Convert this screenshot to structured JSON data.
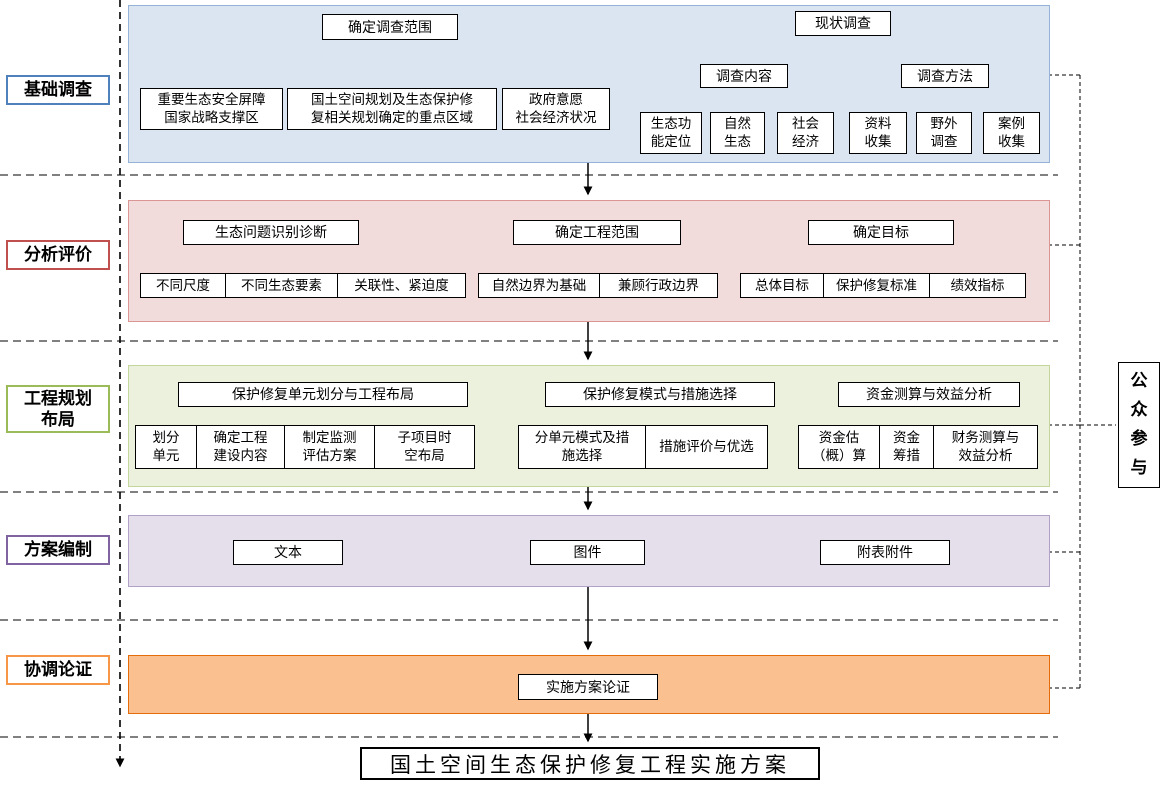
{
  "colors": {
    "blue-fill": "#dbe5f1",
    "blue-border": "#95b3d7",
    "blue-accent": "#4f81bd",
    "red-fill": "#f2dcdb",
    "red-border": "#d99694",
    "red-accent": "#c0504d",
    "green-fill": "#ebf1dd",
    "green-border": "#c3d69b",
    "green-accent": "#9bbb59",
    "purple-fill": "#e5dfec",
    "purple-border": "#b2a1c7",
    "purple-accent": "#8064a2",
    "orange-fill": "#fac08f",
    "orange-border": "#e46c0a",
    "orange-accent": "#f79646"
  },
  "stages": {
    "survey": "基础调查",
    "analysis": "分析评价",
    "planning": "工程规划\n布局",
    "compilation": "方案编制",
    "coordination": "协调论证"
  },
  "survey": {
    "scope": "确定调查范围",
    "scope_children": [
      "重要生态安全屏障\n国家战略支撑区",
      "国土空间规划及生态保护修\n复相关规划确定的重点区域",
      "政府意愿\n社会经济状况"
    ],
    "status": "现状调查",
    "content": "调查内容",
    "content_children": [
      "生态功\n能定位",
      "自然\n生态",
      "社会\n经济"
    ],
    "method": "调查方法",
    "method_children": [
      "资料\n收集",
      "野外\n调查",
      "案例\n收集"
    ]
  },
  "analysis": {
    "diagnosis": "生态问题识别诊断",
    "diagnosis_children": [
      "不同尺度",
      "不同生态要素",
      "关联性、紧迫度"
    ],
    "scope": "确定工程范围",
    "scope_children": [
      "自然边界为基础",
      "兼顾行政边界"
    ],
    "target": "确定目标",
    "target_children": [
      "总体目标",
      "保护修复标准",
      "绩效指标"
    ]
  },
  "planning": {
    "unit": "保护修复单元划分与工程布局",
    "unit_children": [
      "划分\n单元",
      "确定工程\n建设内容",
      "制定监测\n评估方案",
      "子项目时\n空布局"
    ],
    "mode": "保护修复模式与措施选择",
    "mode_children": [
      "分单元模式及措\n施选择",
      "措施评价与优选"
    ],
    "fund": "资金测算与效益分析",
    "fund_children": [
      "资金估\n（概）算",
      "资金\n筹措",
      "财务测算与\n效益分析"
    ]
  },
  "compilation": {
    "items": [
      "文本",
      "图件",
      "附表附件"
    ]
  },
  "coordination": {
    "review": "实施方案论证"
  },
  "final_title": "国土空间生态保护修复工程实施方案",
  "public_participation": "公\n众\n参\n与"
}
